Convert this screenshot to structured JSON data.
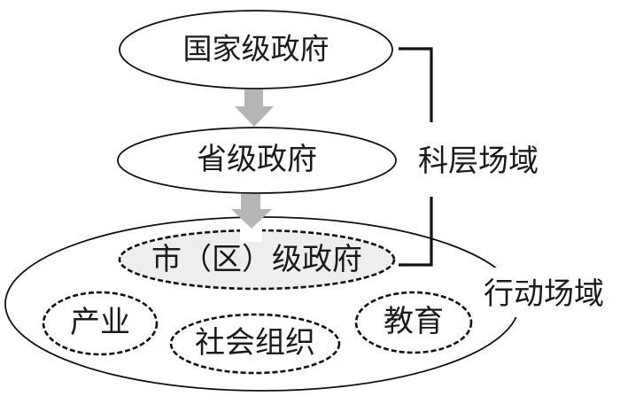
{
  "diagram": {
    "title": "",
    "colors": {
      "stroke": "#111111",
      "arrow": "#b5b5b5",
      "city_fill": "#eeeeee",
      "background": "#ffffff"
    },
    "nodes": {
      "national": "国家级政府",
      "provincial": "省级政府",
      "city": "市（区）级政府",
      "industry": "产业",
      "social_org": "社会组织",
      "education": "教育"
    },
    "labels": {
      "bureaucratic_field": "科层场域",
      "action_field": "行动场域"
    },
    "edges": [
      {
        "from": "national",
        "to": "provincial",
        "style": "block-arrow"
      },
      {
        "from": "provincial",
        "to": "city",
        "style": "block-arrow"
      }
    ],
    "groups": [
      {
        "label": "bureaucratic_field",
        "members": [
          "national",
          "provincial",
          "city"
        ],
        "style": "bracket"
      },
      {
        "label": "action_field",
        "members": [
          "city",
          "industry",
          "social_org",
          "education"
        ],
        "style": "enclosing-ellipse"
      }
    ]
  }
}
